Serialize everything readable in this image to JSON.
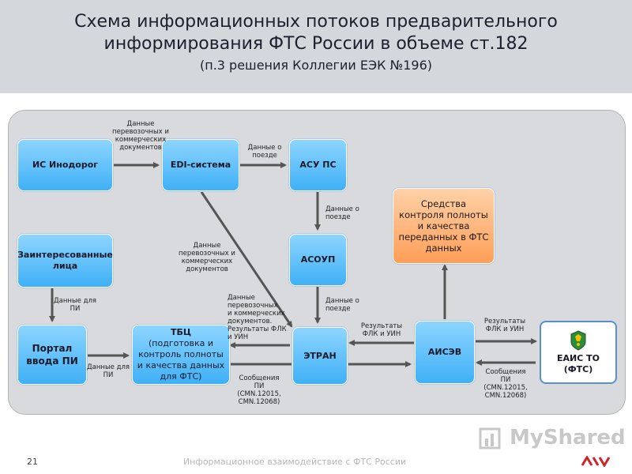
{
  "header": {
    "title_line1": "Схема информационных потоков предварительного",
    "title_line2": "информирования ФТС России в объеме ст.182",
    "subtitle": "(п.3 решения Коллегии ЕЭК №196)"
  },
  "nodes": {
    "is_inodorog": "ИС Инодорог",
    "edi": "EDI-система",
    "asu_ps": "АСУ ПС",
    "asoup": "АСОУП",
    "stakeholders_l1": "Заинтересованные",
    "stakeholders_l2": "лица",
    "portal_l1": "Портал",
    "portal_l2": "ввода ПИ",
    "tbc_l1": "ТБЦ",
    "tbc_l2": "(подготовка и",
    "tbc_l3": "контроль полноты",
    "tbc_l4": "и качества данных",
    "tbc_l5": "для ФТС)",
    "etran": "ЭТРАН",
    "aisev": "АИСЭВ",
    "control_l1": "Средства",
    "control_l2": "контроля полноты",
    "control_l3": "и качества",
    "control_l4": "переданных в ФТС",
    "control_l5": "данных",
    "eais_l1": "ЕАИС ТО",
    "eais_l2": "(ФТС)"
  },
  "labels": {
    "l1_1": "Данные",
    "l1_2": "перевозочных и",
    "l1_3": "коммерческих",
    "l1_4": "документов",
    "l2_1": "Данные о",
    "l2_2": "поезде",
    "l3_1": "Данные о",
    "l3_2": "поезде",
    "l4_1": "Данные",
    "l4_2": "перевозочных и",
    "l4_3": "коммерческих",
    "l4_4": "документов",
    "l5_1": "Данные о",
    "l5_2": "поезде",
    "l6_1": "Данные для",
    "l6_2": "ПИ",
    "l7_1": "Данные",
    "l7_2": "перевозочных",
    "l7_3": "и коммерческих",
    "l7_4": "документов.",
    "l7_5": "Результаты ФЛК",
    "l7_6": "и УИН",
    "l8_1": "Данные для",
    "l8_2": "ПИ",
    "l9_1": "Сообщения",
    "l9_2": "ПИ",
    "l9_3": "(CMN.12015,",
    "l9_4": "CMN.12068)",
    "l10_1": "Результаты",
    "l10_2": "ФЛК и УИН",
    "l11_1": "Результаты",
    "l11_2": "ФЛК и УИН",
    "l12_1": "Сообщения",
    "l12_2": "ПИ",
    "l12_3": "(CMN.12015,",
    "l12_4": "CMN.12068)"
  },
  "footer": {
    "page_number": "21",
    "text": "Информационное взаимодействие с ФТС России",
    "watermark": "MyShared"
  },
  "colors": {
    "box_blue": "#3fb0f6",
    "box_orange": "#ff9e57",
    "arrow": "#555555",
    "header_bg": "#d4d7dc"
  }
}
